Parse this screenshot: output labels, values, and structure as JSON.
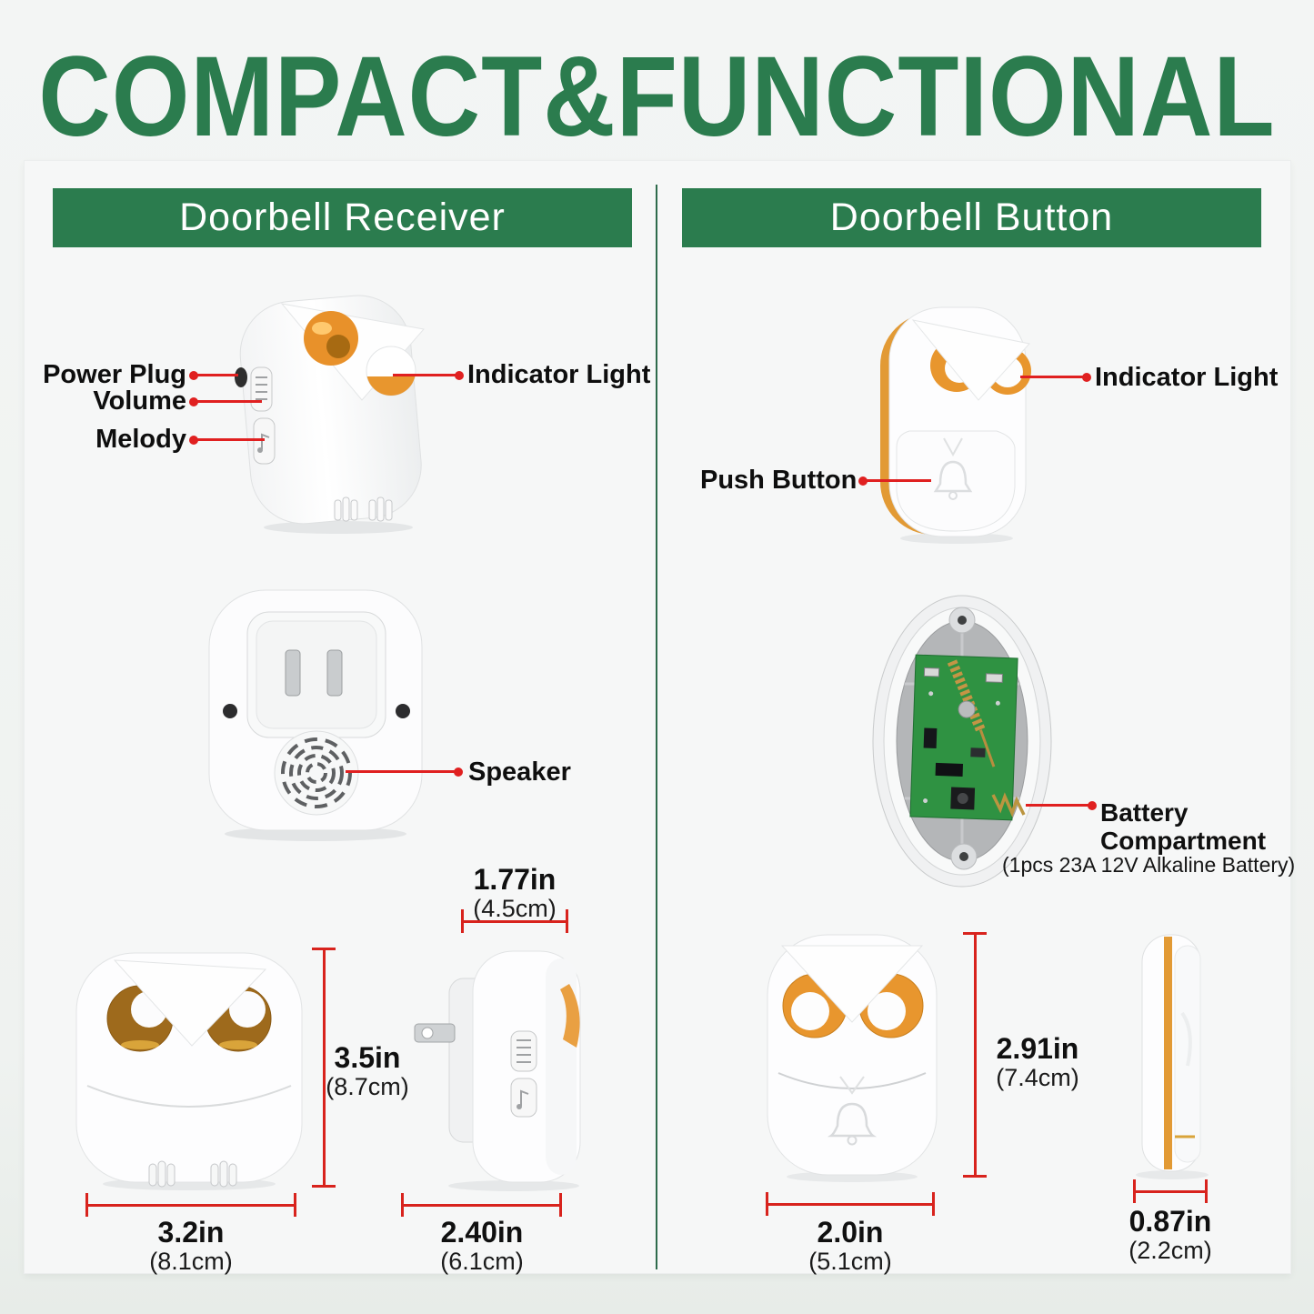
{
  "title": "COMPACT&FUNCTIONAL",
  "colors": {
    "green": "#2b7c4e",
    "red": "#e02020",
    "orange": "#e8962e",
    "text": "#101010"
  },
  "receiver": {
    "header": "Doorbell Receiver",
    "callouts": {
      "power_plug": "Power Plug",
      "volume": "Volume",
      "melody": "Melody",
      "indicator_light": "Indicator Light",
      "speaker": "Speaker"
    },
    "dimensions": {
      "top_width": {
        "inches": "1.77in",
        "metric": "(4.5cm)"
      },
      "height": {
        "inches": "3.5in",
        "metric": "(8.7cm)"
      },
      "width": {
        "inches": "3.2in",
        "metric": "(8.1cm)"
      },
      "depth": {
        "inches": "2.40in",
        "metric": "(6.1cm)"
      }
    }
  },
  "button": {
    "header": "Doorbell Button",
    "callouts": {
      "indicator_light": "Indicator Light",
      "push_button": "Push Button",
      "battery_compartment": "Battery Compartment",
      "battery_note": "(1pcs 23A 12V Alkaline Battery)"
    },
    "dimensions": {
      "height": {
        "inches": "2.91in",
        "metric": "(7.4cm)"
      },
      "width": {
        "inches": "2.0in",
        "metric": "(5.1cm)"
      },
      "depth": {
        "inches": "0.87in",
        "metric": "(2.2cm)"
      }
    }
  }
}
